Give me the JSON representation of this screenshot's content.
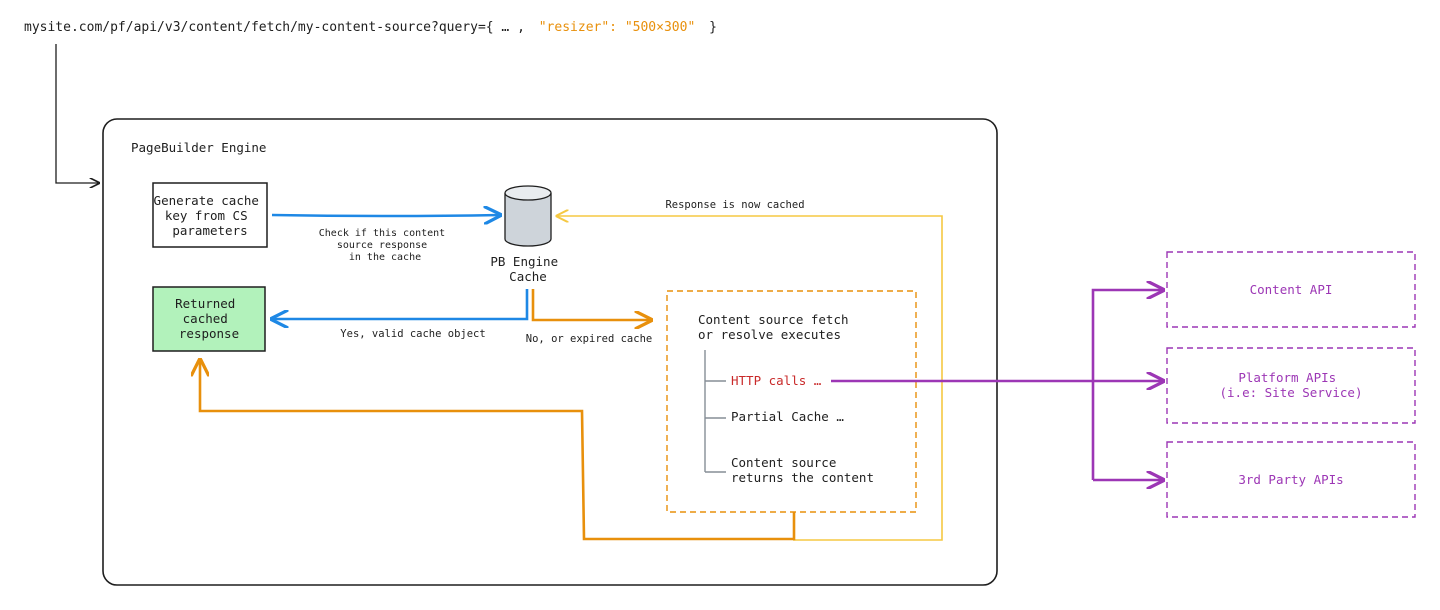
{
  "url": {
    "prefix": "mysite.com/pf/api/v3/content/fetch/my-content-source?query={ … ,",
    "param": "\"resizer\": \"500×300\"",
    "suffix": "}"
  },
  "engine": {
    "title": "PageBuilder Engine"
  },
  "nodes": {
    "generate_key": [
      "Generate cache",
      "key from CS",
      "parameters"
    ],
    "cache": [
      "PB Engine",
      "Cache"
    ],
    "returned": [
      "Returned",
      "cached",
      "response"
    ],
    "cs_fetch": [
      "Content source fetch",
      "or resolve executes"
    ],
    "http_calls": "HTTP calls …",
    "partial_cache": "Partial Cache …",
    "cs_returns": [
      "Content source",
      "returns the content"
    ]
  },
  "edges": {
    "check": [
      "Check if this content",
      "source response",
      "in the cache"
    ],
    "valid": "Yes, valid cache object",
    "expired": "No, or expired cache",
    "now_cached": "Response is now cached"
  },
  "apis": {
    "content": "Content API",
    "platform": [
      "Platform APIs",
      "(i.e: Site Service)"
    ],
    "third_party": "3rd Party APIs"
  },
  "colors": {
    "blue": "#1e88e5",
    "orange": "#e8900c",
    "yellow": "#f5c842",
    "purple": "#9c36b5",
    "green_fill": "#b2f2bb",
    "red_text": "#c92a2a"
  }
}
